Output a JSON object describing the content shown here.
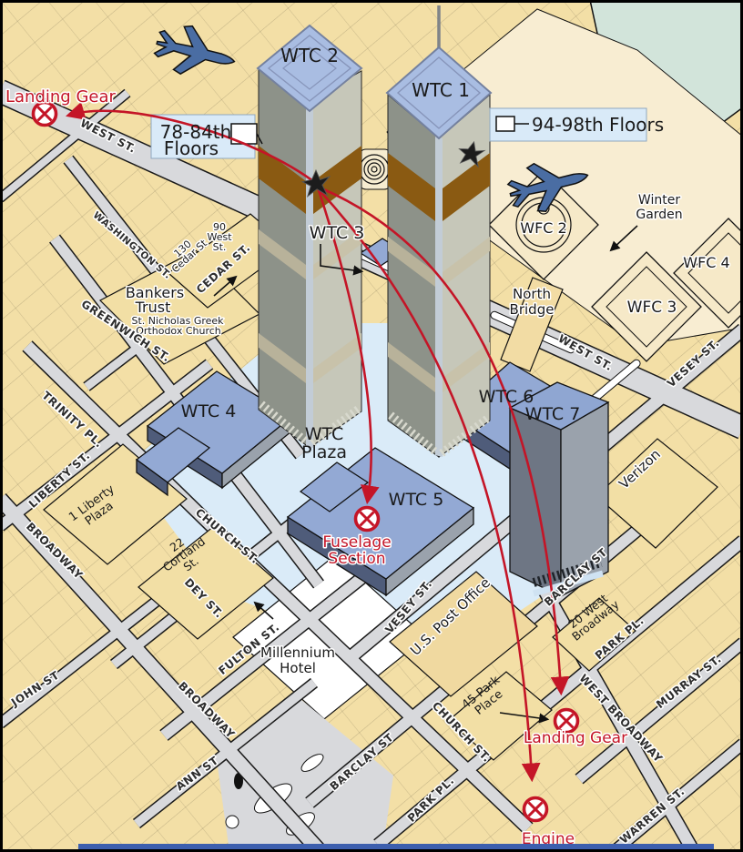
{
  "map": {
    "colors": {
      "block_tan": "#f3dfa6",
      "street_gray": "#d8d9dc",
      "plaza_blue": "#daebf8",
      "building_blue": "#93a9d4",
      "tower_left_face": "#8d9289",
      "tower_right_face": "#c6c7b9",
      "impact_band_brown": "#8a5a12",
      "debris_red": "#c41527",
      "callout_bg": "#d9eaf8",
      "plane_blue": "#4a6da3",
      "park_teal": "#d2e4da",
      "wfc_cream": "#f8edd2",
      "bottom_bar": "#3d5fae"
    }
  },
  "towers": {
    "wtc1": "WTC 1",
    "wtc2": "WTC 2"
  },
  "buildings": {
    "wtc3": "WTC 3",
    "wtc4": "WTC 4",
    "wtc5": "WTC 5",
    "wtc6": "WTC 6",
    "wtc7": "WTC 7",
    "plaza_line1": "WTC",
    "plaza_line2": "Plaza",
    "wfc2": "WFC 2",
    "wfc3": "WFC 3",
    "wfc4": "WFC 4"
  },
  "callouts": {
    "south_line1": "78-84th",
    "south_line2": "Floors",
    "north": "94-98th Floors"
  },
  "debris": {
    "landing_gear_west": "Landing Gear",
    "fuselage_line1": "Fuselage",
    "fuselage_line2": "Section",
    "landing_gear_east": "Landing Gear",
    "engine": "Engine"
  },
  "places": {
    "bankers_1": "Bankers",
    "bankers_2": "Trust",
    "nicholas_1": "St. Nicholas Greek",
    "nicholas_2": "Orthodox Church",
    "west90_1": "90",
    "west90_2": "West",
    "west90_3": "St.",
    "cedar130_1": "130",
    "cedar130_2": "Cedar St",
    "liberty_plaza_1": "1 Liberty",
    "liberty_plaza_2": "Plaza",
    "cortland_1": "22",
    "cortland_2": "Cortland",
    "cortland_3": "St.",
    "millennium_1": "Millennium",
    "millennium_2": "Hotel",
    "post_office": "U.S. Post Office",
    "verizon": "Verizon",
    "wb20_1": "20 West",
    "wb20_2": "Broadway",
    "pp45_1": "45 Park",
    "pp45_2": "Place",
    "winter_1": "Winter",
    "winter_2": "Garden",
    "bridge_1": "North",
    "bridge_2": "Bridge"
  },
  "streets": {
    "west_upper": "WEST ST.",
    "washington": "WASHINGTON ST.",
    "greenwich": "GREENWICH ST.",
    "trinity": "TRINITY PL.",
    "cedar": "CEDAR ST.",
    "liberty": "LIBERTY ST.",
    "broadway_upper": "BROADWAY",
    "church_upper": "CHURCH ST.",
    "dey": "DEY ST.",
    "fulton": "FULTON ST.",
    "john": "JOHN ST",
    "ann": "ANN ST",
    "broadway_lower": "BROADWAY",
    "vesey_lower": "VESEY ST.",
    "vesey_upper": "VESEY ST.",
    "west_mid": "WEST ST.",
    "barclay_upper": "BARCLAY ST",
    "barclay_lower": "BARCLAY ST",
    "church_lower": "CHURCH ST.",
    "park_upper": "PARK PL.",
    "park_lower": "PARK PL.",
    "west_broadway": "WEST BROADWAY",
    "murray": "MURRAY ST.",
    "warren": "WARREN ST."
  }
}
